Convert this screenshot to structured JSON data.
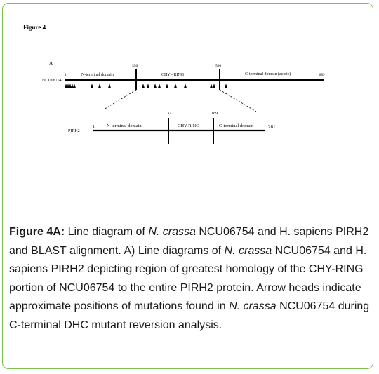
{
  "figure_label": "Figure 4",
  "panel_label": "A",
  "ncu": {
    "name": "NCU06754",
    "start": "1",
    "end": "889",
    "mark1": "350",
    "mark2": "590",
    "domain_n": "N-terminal domain",
    "domain_mid": "CHY - RING",
    "domain_c": "C-terminal domain (acidic)",
    "arrowhead_count": 18
  },
  "pirh2": {
    "name": "PIRH2",
    "start": "1",
    "end": "261",
    "mark1": "137",
    "mark2": "189",
    "domain_n": "N-terminal domain",
    "domain_mid": "CHY RING",
    "domain_c": "C-terminal domain"
  },
  "caption": {
    "bold": "Figure 4A:",
    "t1": " Line diagram of ",
    "i1": "N. crassa",
    "t2": " NCU06754 and H. sapiens PIRH2 and BLAST alignment. A) Line diagrams of ",
    "i2": "N. crassa",
    "t3": " NCU06754 and H. sapiens PIRH2 depicting region of greatest homology of the CHY-RING portion of NCU06754 to the entire PIRH2 protein. Arrow heads indicate approximate positions of mutations found in ",
    "i3": "N. crassa",
    "t4": " NCU06754 during C-terminal DHC mutant reversion analysis."
  }
}
